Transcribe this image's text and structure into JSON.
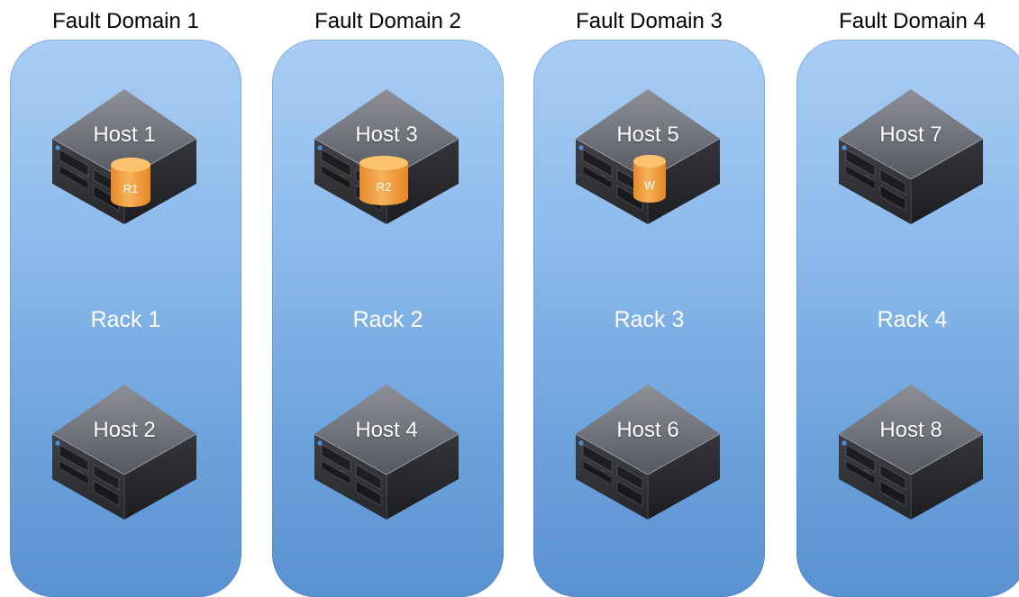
{
  "domains": [
    {
      "title": "Fault Domain 1",
      "rack": "Rack 1",
      "hosts": [
        {
          "label": "Host 1",
          "disk": {
            "label": "R1"
          }
        },
        {
          "label": "Host 2",
          "disk": null
        }
      ]
    },
    {
      "title": "Fault Domain 2",
      "rack": "Rack 2",
      "hosts": [
        {
          "label": "Host 3",
          "disk": {
            "label": "R2"
          }
        },
        {
          "label": "Host 4",
          "disk": null
        }
      ]
    },
    {
      "title": "Fault Domain 3",
      "rack": "Rack 3",
      "hosts": [
        {
          "label": "Host 5",
          "disk": {
            "label": "W"
          }
        },
        {
          "label": "Host 6",
          "disk": null
        }
      ]
    },
    {
      "title": "Fault Domain 4",
      "rack": "Rack 4",
      "hosts": [
        {
          "label": "Host 7",
          "disk": null
        },
        {
          "label": "Host 8",
          "disk": null
        }
      ]
    }
  ],
  "colors": {
    "rack_top": "#a9cdf4",
    "rack_bottom": "#5a91d1",
    "disk": "#f2a23c"
  }
}
